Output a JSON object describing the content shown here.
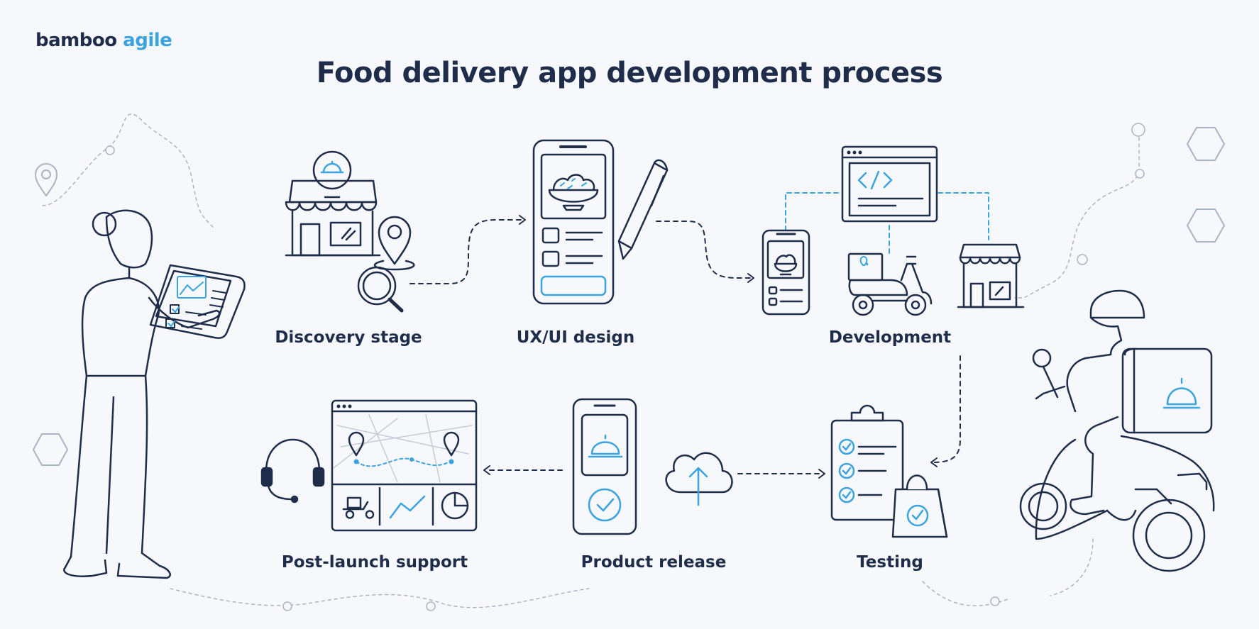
{
  "brand": {
    "name_part1": "bamboo",
    "name_part2": "agile"
  },
  "title": "Food delivery app development process",
  "stages": [
    {
      "id": "discovery",
      "label": "Discovery stage"
    },
    {
      "id": "uxui",
      "label": "UX/UI design"
    },
    {
      "id": "development",
      "label": "Development"
    },
    {
      "id": "testing",
      "label": "Testing"
    },
    {
      "id": "release",
      "label": "Product release"
    },
    {
      "id": "support",
      "label": "Post-launch support"
    }
  ],
  "colors": {
    "ink": "#1f2d4a",
    "accent": "#3aa3e0",
    "background": "#f6f8fb",
    "dash": "#aab4c4"
  }
}
